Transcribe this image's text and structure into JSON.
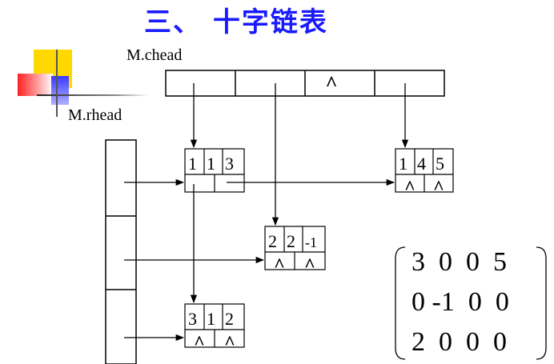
{
  "title": "三、 十字链表",
  "chead_label": "M.chead",
  "rhead_label": "M.rhead",
  "null_symbol": "^",
  "chead_cells": [
    "",
    "",
    "^",
    ""
  ],
  "nodes": [
    {
      "id": "n113",
      "i": "1",
      "j": "1",
      "e": "3",
      "down": "",
      "right": ""
    },
    {
      "id": "n145",
      "i": "1",
      "j": "4",
      "e": "5",
      "down": "^",
      "right": "^"
    },
    {
      "id": "n22m1",
      "i": "2",
      "j": "2",
      "e": "-1",
      "down": "^",
      "right": "^"
    },
    {
      "id": "n312",
      "i": "3",
      "j": "1",
      "e": "2",
      "down": "^",
      "right": "^"
    }
  ],
  "matrix_rows": [
    "3  0  0  5",
    "0 -1  0  0",
    "2  0  0  0"
  ],
  "colors": {
    "title": "#1a1aff",
    "deco_yellow": "#ffd800",
    "deco_red": "#ff3030",
    "deco_blue": "#3a3aff"
  }
}
